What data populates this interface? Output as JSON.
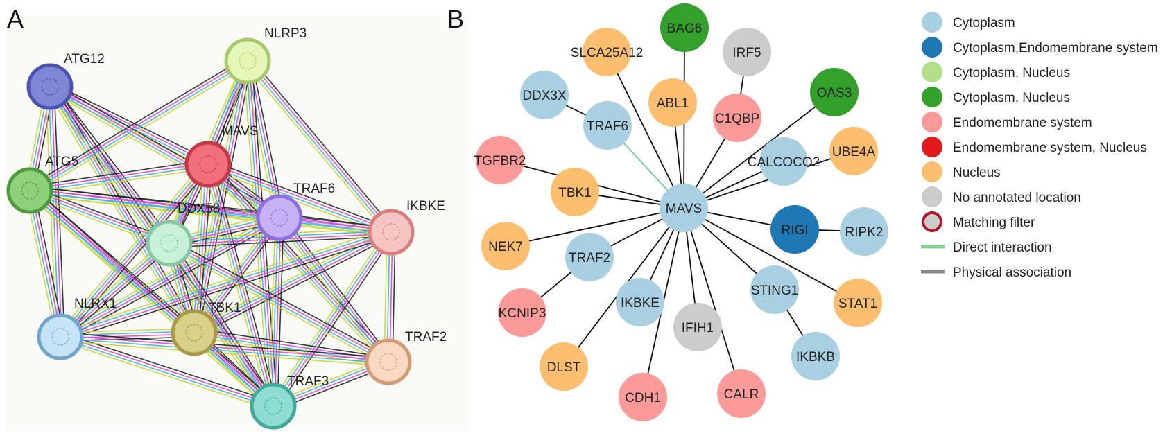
{
  "panel_a": {
    "letter": "A",
    "nodes": [
      {
        "id": "ATG12",
        "label": "ATG12",
        "color": "#7f86d6",
        "ring": "#4a54b0"
      },
      {
        "id": "NLRP3",
        "label": "NLRP3",
        "color": "#e6f5b8",
        "ring": "#a8c86c"
      },
      {
        "id": "MAVS",
        "label": "MAVS",
        "color": "#ef6f7a",
        "ring": "#c93745"
      },
      {
        "id": "ATG5",
        "label": "ATG5",
        "color": "#8fd07a",
        "ring": "#4e9b3b"
      },
      {
        "id": "TRAF6",
        "label": "TRAF6",
        "color": "#c7b1f5",
        "ring": "#8e6ee0"
      },
      {
        "id": "IKBKE",
        "label": "IKBKE",
        "color": "#f7c4c4",
        "ring": "#d78080"
      },
      {
        "id": "DDX58",
        "label": "DDX58",
        "color": "#c9f0d8",
        "ring": "#86c9a0"
      },
      {
        "id": "TBK1",
        "label": "TBK1",
        "color": "#d9d08a",
        "ring": "#a89a45"
      },
      {
        "id": "NLRX1",
        "label": "NLRX1",
        "color": "#c5e4f7",
        "ring": "#6fa5cf"
      },
      {
        "id": "TRAF2",
        "label": "TRAF2",
        "color": "#f9d9c2",
        "ring": "#d39a75"
      },
      {
        "id": "TRAF3",
        "label": "TRAF3",
        "color": "#8fdcd2",
        "ring": "#3fa99a"
      }
    ],
    "edges": [
      [
        "ATG12",
        "ATG5"
      ],
      [
        "ATG12",
        "MAVS"
      ],
      [
        "ATG12",
        "TRAF6"
      ],
      [
        "ATG12",
        "DDX58"
      ],
      [
        "ATG12",
        "TBK1"
      ],
      [
        "ATG12",
        "NLRX1"
      ],
      [
        "ATG12",
        "TRAF3"
      ],
      [
        "ATG5",
        "MAVS"
      ],
      [
        "ATG5",
        "TRAF6"
      ],
      [
        "ATG5",
        "DDX58"
      ],
      [
        "ATG5",
        "TBK1"
      ],
      [
        "ATG5",
        "NLRX1"
      ],
      [
        "ATG5",
        "NLRP3"
      ],
      [
        "ATG5",
        "TRAF3"
      ],
      [
        "ATG5",
        "IKBKE"
      ],
      [
        "NLRP3",
        "MAVS"
      ],
      [
        "NLRP3",
        "TRAF6"
      ],
      [
        "NLRP3",
        "DDX58"
      ],
      [
        "NLRP3",
        "TBK1"
      ],
      [
        "NLRP3",
        "IKBKE"
      ],
      [
        "NLRP3",
        "TRAF3"
      ],
      [
        "MAVS",
        "TRAF6"
      ],
      [
        "MAVS",
        "IKBKE"
      ],
      [
        "MAVS",
        "DDX58"
      ],
      [
        "MAVS",
        "TBK1"
      ],
      [
        "MAVS",
        "NLRX1"
      ],
      [
        "MAVS",
        "TRAF2"
      ],
      [
        "MAVS",
        "TRAF3"
      ],
      [
        "TRAF6",
        "IKBKE"
      ],
      [
        "TRAF6",
        "DDX58"
      ],
      [
        "TRAF6",
        "TBK1"
      ],
      [
        "TRAF6",
        "NLRX1"
      ],
      [
        "TRAF6",
        "TRAF2"
      ],
      [
        "TRAF6",
        "TRAF3"
      ],
      [
        "IKBKE",
        "DDX58"
      ],
      [
        "IKBKE",
        "TBK1"
      ],
      [
        "IKBKE",
        "TRAF2"
      ],
      [
        "IKBKE",
        "TRAF3"
      ],
      [
        "IKBKE",
        "NLRX1"
      ],
      [
        "DDX58",
        "TBK1"
      ],
      [
        "DDX58",
        "NLRX1"
      ],
      [
        "DDX58",
        "TRAF2"
      ],
      [
        "DDX58",
        "TRAF3"
      ],
      [
        "TBK1",
        "NLRX1"
      ],
      [
        "TBK1",
        "TRAF2"
      ],
      [
        "TBK1",
        "TRAF3"
      ],
      [
        "NLRX1",
        "TRAF3"
      ],
      [
        "NLRX1",
        "TRAF2"
      ],
      [
        "TRAF2",
        "TRAF3"
      ]
    ],
    "edge_colors": [
      "#222222",
      "#e040e0",
      "#3bb0e8",
      "#c9d62a"
    ]
  },
  "panel_b": {
    "letter": "B",
    "hub": "MAVS",
    "nodes": [
      {
        "id": "BAG6",
        "label": "BAG6",
        "location": "cyto_nuc_dark"
      },
      {
        "id": "SLCA25A12",
        "label": "SLCA25A12",
        "location": "nucleus"
      },
      {
        "id": "IRF5",
        "label": "IRF5",
        "location": "none"
      },
      {
        "id": "OAS3",
        "label": "OAS3",
        "location": "cyto_nuc_dark"
      },
      {
        "id": "DDX3X",
        "label": "DDX3X",
        "location": "cytoplasm"
      },
      {
        "id": "ABL1",
        "label": "ABL1",
        "location": "nucleus"
      },
      {
        "id": "C1QBP",
        "label": "C1QBP",
        "location": "endo"
      },
      {
        "id": "TRAF6",
        "label": "TRAF6",
        "location": "cytoplasm"
      },
      {
        "id": "TGFBR2",
        "label": "TGFBR2",
        "location": "endo"
      },
      {
        "id": "UBE4A",
        "label": "UBE4A",
        "location": "nucleus"
      },
      {
        "id": "CALCOCO2",
        "label": "CALCOCO2",
        "location": "cytoplasm"
      },
      {
        "id": "TBK1",
        "label": "TBK1",
        "location": "nucleus"
      },
      {
        "id": "MAVS",
        "label": "MAVS",
        "location": "cytoplasm"
      },
      {
        "id": "RIGI",
        "label": "RIGI",
        "location": "cyto_endo"
      },
      {
        "id": "RIPK2",
        "label": "RIPK2",
        "location": "cytoplasm"
      },
      {
        "id": "NEK7",
        "label": "NEK7",
        "location": "nucleus"
      },
      {
        "id": "TRAF2",
        "label": "TRAF2",
        "location": "cytoplasm"
      },
      {
        "id": "STING1",
        "label": "STING1",
        "location": "cytoplasm"
      },
      {
        "id": "STAT1",
        "label": "STAT1",
        "location": "nucleus"
      },
      {
        "id": "IKBKE",
        "label": "IKBKE",
        "location": "cytoplasm"
      },
      {
        "id": "KCNIP3",
        "label": "KCNIP3",
        "location": "endo"
      },
      {
        "id": "IFIH1",
        "label": "IFIH1",
        "location": "none"
      },
      {
        "id": "IKBKB",
        "label": "IKBKB",
        "location": "cytoplasm"
      },
      {
        "id": "DLST",
        "label": "DLST",
        "location": "nucleus"
      },
      {
        "id": "CDH1",
        "label": "CDH1",
        "location": "endo"
      },
      {
        "id": "CALR",
        "label": "CALR",
        "location": "endo"
      }
    ],
    "edges": [
      {
        "from": "MAVS",
        "to": "BAG6",
        "type": "physical"
      },
      {
        "from": "MAVS",
        "to": "SLCA25A12",
        "type": "physical"
      },
      {
        "from": "MAVS",
        "to": "ABL1",
        "type": "physical"
      },
      {
        "from": "MAVS",
        "to": "C1QBP",
        "type": "physical"
      },
      {
        "from": "MAVS",
        "to": "OAS3",
        "type": "physical"
      },
      {
        "from": "MAVS",
        "to": "TRAF6",
        "type": "direct"
      },
      {
        "from": "MAVS",
        "to": "TGFBR2",
        "type": "physical"
      },
      {
        "from": "MAVS",
        "to": "CALCOCO2",
        "type": "physical"
      },
      {
        "from": "MAVS",
        "to": "UBE4A",
        "type": "physical"
      },
      {
        "from": "MAVS",
        "to": "TBK1",
        "type": "physical"
      },
      {
        "from": "MAVS",
        "to": "RIGI",
        "type": "physical"
      },
      {
        "from": "MAVS",
        "to": "NEK7",
        "type": "physical"
      },
      {
        "from": "MAVS",
        "to": "TRAF2",
        "type": "physical"
      },
      {
        "from": "MAVS",
        "to": "STING1",
        "type": "physical"
      },
      {
        "from": "MAVS",
        "to": "STAT1",
        "type": "physical"
      },
      {
        "from": "MAVS",
        "to": "IKBKE",
        "type": "physical"
      },
      {
        "from": "MAVS",
        "to": "IFIH1",
        "type": "physical"
      },
      {
        "from": "MAVS",
        "to": "DLST",
        "type": "physical"
      },
      {
        "from": "MAVS",
        "to": "CDH1",
        "type": "physical"
      },
      {
        "from": "MAVS",
        "to": "CALR",
        "type": "physical"
      },
      {
        "from": "DDX3X",
        "to": "TRAF6",
        "type": "physical"
      },
      {
        "from": "IRF5",
        "to": "C1QBP",
        "type": "physical"
      },
      {
        "from": "RIGI",
        "to": "RIPK2",
        "type": "physical"
      },
      {
        "from": "TRAF2",
        "to": "KCNIP3",
        "type": "physical"
      },
      {
        "from": "STING1",
        "to": "IKBKB",
        "type": "physical"
      }
    ]
  },
  "legend": {
    "items": [
      {
        "label": "Cytoplasm",
        "kind": "circle",
        "color": "#a9cfe2"
      },
      {
        "label": "Cytoplasm,Endomembrane system",
        "kind": "circle",
        "color": "#1f77b4"
      },
      {
        "label": "Cytoplasm, Nucleus",
        "kind": "circle",
        "color": "#b2df8a"
      },
      {
        "label": "Cytoplasm, Nucleus",
        "kind": "circle",
        "color": "#33a02c"
      },
      {
        "label": "Endomembrane system",
        "kind": "circle",
        "color": "#fb9a99"
      },
      {
        "label": "Endomembrane system, Nucleus",
        "kind": "circle",
        "color": "#e31a1c"
      },
      {
        "label": "Nucleus",
        "kind": "circle",
        "color": "#fdbf6f"
      },
      {
        "label": "No annotated location",
        "kind": "circle",
        "color": "#cccccc"
      },
      {
        "label": "Matching filter",
        "kind": "ring",
        "color": "#cccccc",
        "ring": "#b2182b"
      },
      {
        "label": "Direct interaction",
        "kind": "line",
        "color": "#7fd88a"
      },
      {
        "label": "Physical association",
        "kind": "line",
        "color": "#888888"
      }
    ]
  },
  "location_colors": {
    "cytoplasm": "#a9cfe2",
    "cyto_endo": "#1f77b4",
    "cyto_nuc_dark": "#33a02c",
    "endo": "#fb9a99",
    "nucleus": "#fdbf6f",
    "none": "#cccccc"
  }
}
